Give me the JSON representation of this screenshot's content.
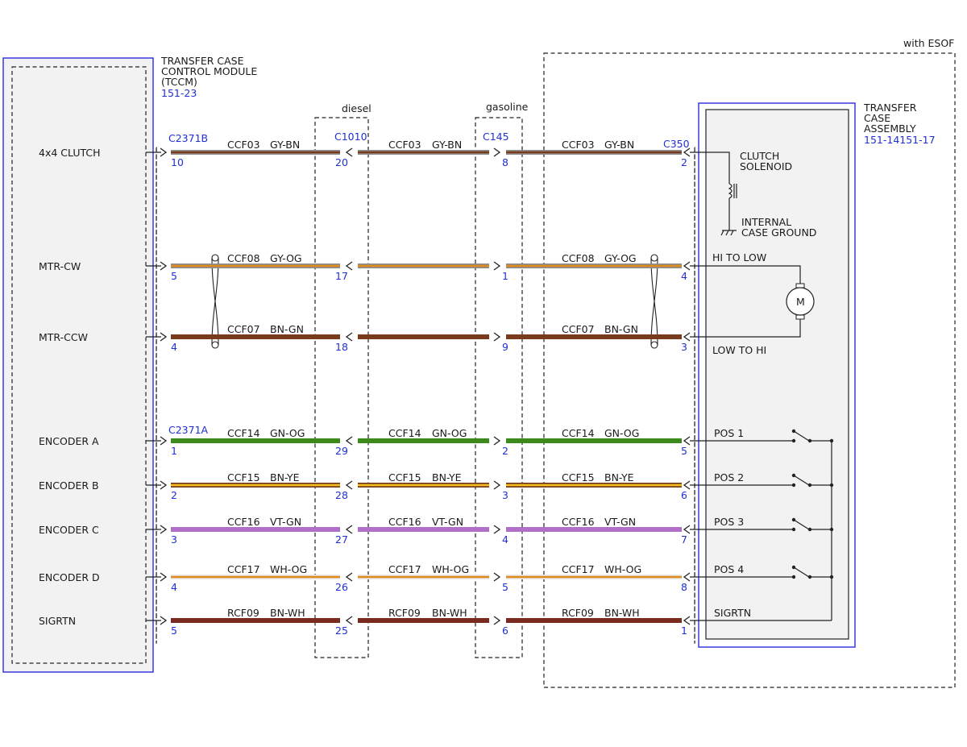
{
  "module": {
    "title_lines": [
      "TRANSFER CASE",
      "CONTROL MODULE",
      "(TCCM)"
    ],
    "ref": "151-23"
  },
  "assembly": {
    "title_lines": [
      "TRANSFER",
      "CASE",
      "ASSEMBLY"
    ],
    "ref": "151-14151-17"
  },
  "options": {
    "esof": "with ESOF",
    "diesel": "diesel",
    "gasoline": "gasoline"
  },
  "connectors": {
    "tccm_top": "C2371B",
    "tccm_bottom": "C2371A",
    "inline_diesel": "C1010",
    "inline_gas": "C145",
    "assembly": "C350"
  },
  "internal": {
    "clutch_line1": "CLUTCH",
    "clutch_line2": "SOLENOID",
    "ground_line1": "INTERNAL",
    "ground_line2": "CASE GROUND",
    "hi_to_low": "HI TO LOW",
    "low_to_hi": "LOW TO HI",
    "motor": "M"
  },
  "wires": [
    {
      "signal": "4x4 CLUTCH",
      "circuit": "CCF03",
      "color": "GY-BN",
      "pins": [
        "10",
        "20",
        "8",
        "2"
      ],
      "stripe": [
        "#8c8c8c",
        "#7a3b1c"
      ],
      "label_seg2": true,
      "switch": ""
    },
    {
      "signal": "MTR-CW",
      "circuit": "CCF08",
      "color": "GY-OG",
      "pins": [
        "5",
        "17",
        "1",
        "4"
      ],
      "stripe": [
        "#8c8c8c",
        "#e08a1e"
      ],
      "label_seg2": false,
      "switch": ""
    },
    {
      "signal": "MTR-CCW",
      "circuit": "CCF07",
      "color": "BN-GN",
      "pins": [
        "4",
        "18",
        "9",
        "3"
      ],
      "stripe": [
        "#7a3b1c",
        "#7a3b1c"
      ],
      "label_seg2": false,
      "switch": ""
    },
    {
      "signal": "ENCODER A",
      "circuit": "CCF14",
      "color": "GN-OG",
      "pins": [
        "1",
        "29",
        "2",
        "5"
      ],
      "stripe": [
        "#3d8a1c",
        "#3d8a1c"
      ],
      "label_seg2": true,
      "switch": "POS 1"
    },
    {
      "signal": "ENCODER B",
      "circuit": "CCF15",
      "color": "BN-YE",
      "pins": [
        "2",
        "28",
        "3",
        "6"
      ],
      "stripe": [
        "#7a3b1c",
        "#f0c020"
      ],
      "label_seg2": true,
      "switch": "POS 2"
    },
    {
      "signal": "ENCODER C",
      "circuit": "CCF16",
      "color": "VT-GN",
      "pins": [
        "3",
        "27",
        "4",
        "7"
      ],
      "stripe": [
        "#b070c8",
        "#b070c8"
      ],
      "label_seg2": true,
      "switch": "POS 3"
    },
    {
      "signal": "ENCODER D",
      "circuit": "CCF17",
      "color": "WH-OG",
      "pins": [
        "4",
        "26",
        "5",
        "8"
      ],
      "stripe": [
        "#e8e8e8",
        "#e08a1e"
      ],
      "label_seg2": true,
      "switch": "POS 4"
    },
    {
      "signal": "SIGRTN",
      "circuit": "RCF09",
      "color": "BN-WH",
      "pins": [
        "5",
        "25",
        "6",
        "1"
      ],
      "stripe": [
        "#7a2a1e",
        "#7a2a1e"
      ],
      "label_seg2": true,
      "switch": "SIGRTN"
    }
  ]
}
